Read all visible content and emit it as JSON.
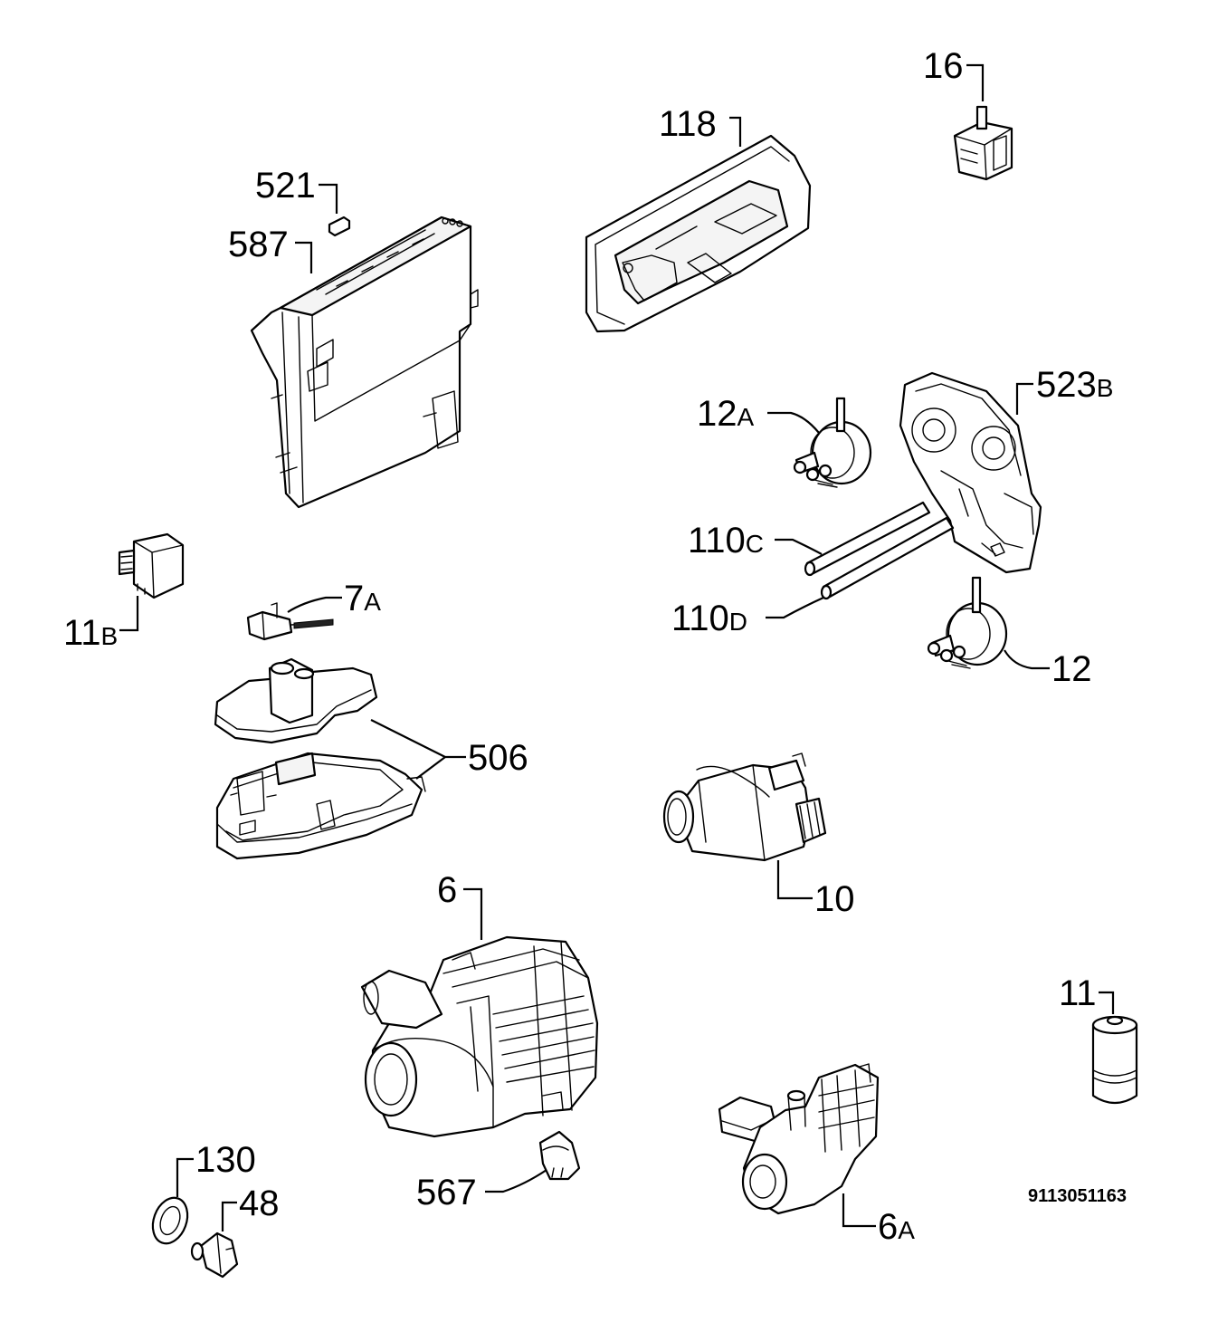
{
  "diagram": {
    "document_number": "9113051163",
    "labels": {
      "p16": "16",
      "p118": "118",
      "p521": "521",
      "p587": "587",
      "p12a_num": "12",
      "p12a_sfx": "A",
      "p523b_num": "523",
      "p523b_sfx": "B",
      "p110c_num": "110",
      "p110c_sfx": "C",
      "p110d_num": "110",
      "p110d_sfx": "D",
      "p12": "12",
      "p11b_num": "11",
      "p11b_sfx": "B",
      "p7a_num": "7",
      "p7a_sfx": "A",
      "p506": "506",
      "p10": "10",
      "p6": "6",
      "p11": "11",
      "p130": "130",
      "p48": "48",
      "p567": "567",
      "p6a_num": "6",
      "p6a_sfx": "A"
    }
  }
}
